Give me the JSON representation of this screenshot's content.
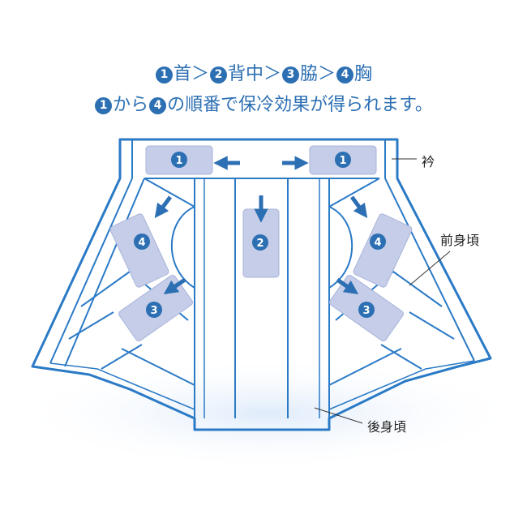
{
  "heading": {
    "line1": [
      {
        "num": "1",
        "text": "首"
      },
      {
        "sep": "＞"
      },
      {
        "num": "2",
        "text": "背中"
      },
      {
        "sep": "＞"
      },
      {
        "num": "3",
        "text": "脇"
      },
      {
        "sep": "＞"
      },
      {
        "num": "4",
        "text": "胸"
      }
    ],
    "line2": [
      {
        "num": "1",
        "text": "から"
      },
      {
        "num": "4",
        "text": "の順番で保冷効果が得られます。"
      }
    ]
  },
  "callouts": {
    "collar": "衿",
    "front_body": "前身頃",
    "back_body": "後身頃"
  },
  "packs": {
    "collar_left": "1",
    "collar_right": "1",
    "back": "2",
    "chest_left": "4",
    "chest_right": "4",
    "side_left": "3",
    "side_right": "3"
  },
  "colors": {
    "outline": "#2b7ac6",
    "title": "#2c6fb3",
    "pack_fill": "#c6cde8",
    "pack_border": "#a7b4da",
    "number_badge": "#2c6fb3",
    "arrow": "#2c6fb3"
  }
}
